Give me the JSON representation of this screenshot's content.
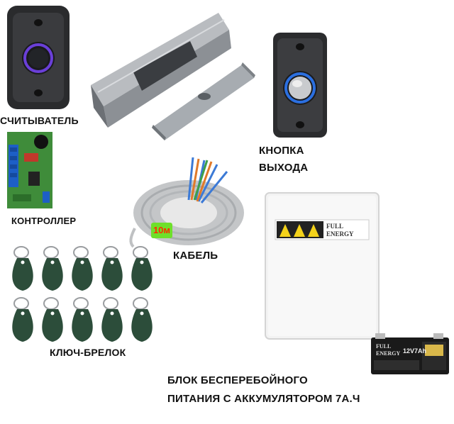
{
  "labels": {
    "reader": "СЧИТЫВАТЕЛЬ",
    "exit_button_line1": "КНОПКА",
    "exit_button_line2": "ВЫХОДА",
    "controller": "КОНТРОЛЛЕР",
    "cable": "КАБЕЛЬ",
    "cable_length": "10м",
    "key_fob": "КЛЮЧ-БРЕЛОК",
    "ups_line1": "БЛОК БЕСПЕРЕБОЙНОГО",
    "ups_line2": "ПИТАНИЯ С АККУМУЛЯТОРОМ 7А.Ч"
  },
  "brand": {
    "psu_logo_line1": "FULL",
    "psu_logo_line2": "ENERGY",
    "battery_logo_line1": "FULL",
    "battery_logo_line2": "ENERGY",
    "battery_rating": "12V7Ah"
  },
  "colors": {
    "accent_led_purple": "#6a3fd8",
    "accent_led_blue": "#2b6fe0",
    "cable_tag_green": "#6ee02a",
    "cable_tag_text": "#ff2a00",
    "warning_yellow": "#f4d21a",
    "keyfob_green": "#2c4d3a",
    "pcb_green": "#3f8c3a",
    "terminal_blue": "#1d5fc6"
  }
}
